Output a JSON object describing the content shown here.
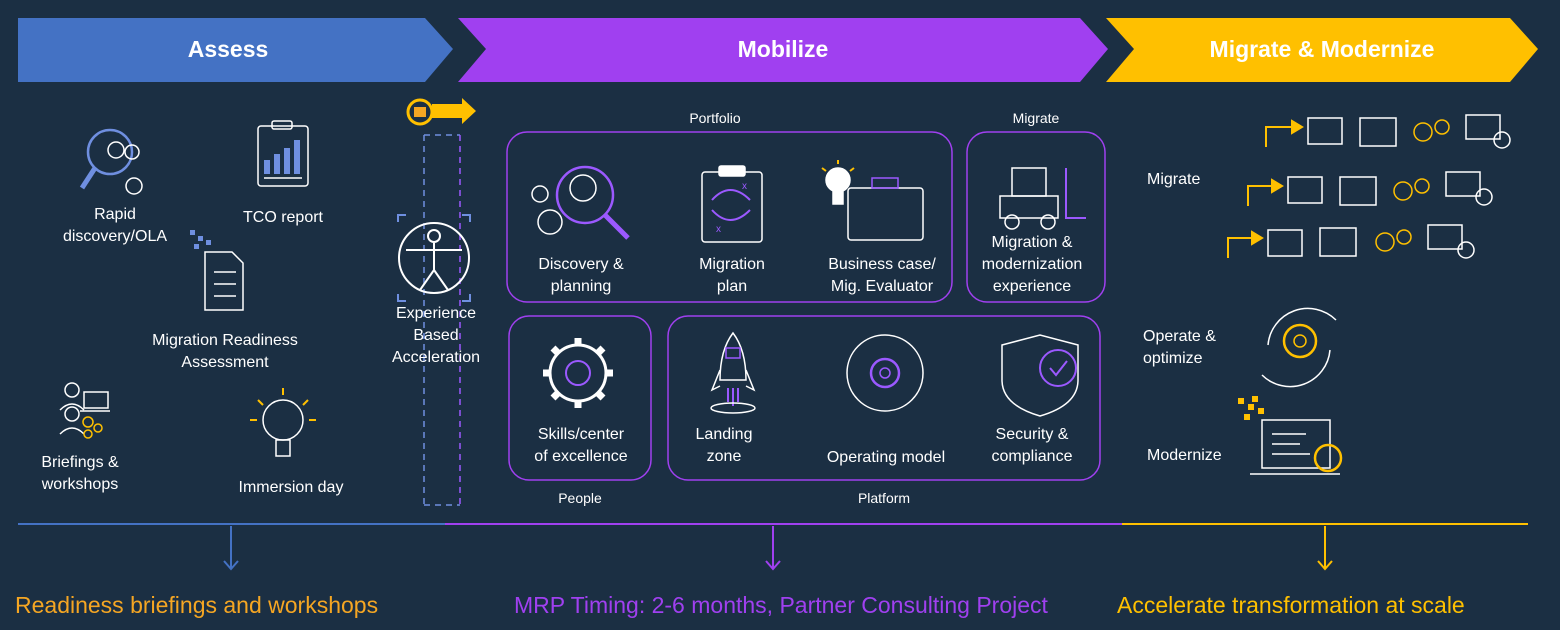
{
  "phases": {
    "assess": {
      "label": "Assess",
      "color": "#4472c4"
    },
    "mobilize": {
      "label": "Mobilize",
      "color": "#a040f0"
    },
    "migrate": {
      "label": "Migrate & Modernize",
      "color": "#ffc000"
    }
  },
  "assess_items": {
    "rapid_discovery": "Rapid\ndiscovery/OLA",
    "tco_report": "TCO report",
    "mra": "Migration Readiness\nAssessment",
    "briefings": "Briefings &\nworkshops",
    "immersion": "Immersion day"
  },
  "eba": "Experience\nBased\nAcceleration",
  "mobilize": {
    "portfolio_label": "Portfolio",
    "migrate_label": "Migrate",
    "people_label": "People",
    "platform_label": "Platform",
    "discovery": "Discovery &\nplanning",
    "migration_plan": "Migration\nplan",
    "business_case": "Business case/\nMig. Evaluator",
    "mig_modern_exp": "Migration &\nmodernization\nexperience",
    "skills": "Skills/center\nof excellence",
    "landing_zone": "Landing\nzone",
    "operating_model": "Operating model",
    "security": "Security &\ncompliance"
  },
  "migrate_col": {
    "migrate": "Migrate",
    "operate": "Operate &\noptimize",
    "modernize": "Modernize"
  },
  "footer": {
    "assess": "Readiness briefings and workshops",
    "mobilize": "MRP Timing: 2-6 months, Partner Consulting Project",
    "migrate": "Accelerate transformation at scale"
  },
  "colors": {
    "background": "#1b2f43",
    "footer_assess": "#f5a623",
    "footer_mobilize": "#a040f0",
    "footer_migrate": "#ffc000",
    "box_border": "#a040f0",
    "icon_blue": "#6f8fe0",
    "icon_purple": "#9b59ff",
    "icon_yellow": "#ffc000"
  }
}
